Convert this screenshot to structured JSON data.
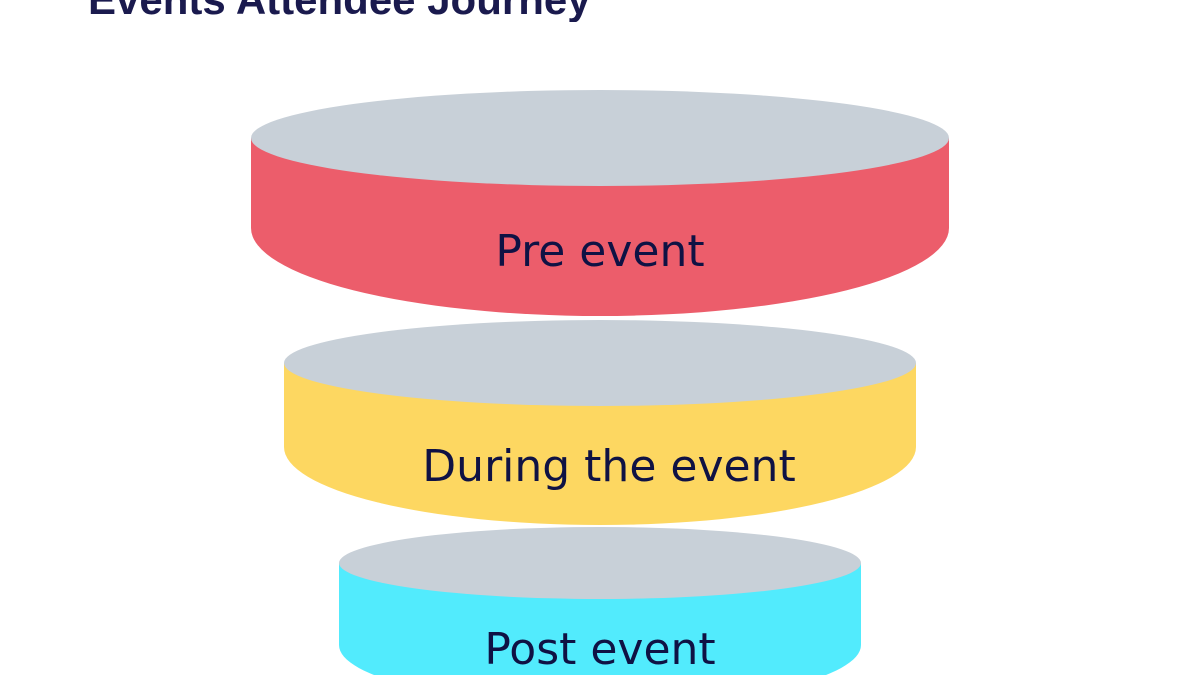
{
  "title": "Events Attendee Journey",
  "funnel": {
    "tiers": [
      {
        "label": "Pre event",
        "color": "#ec5d6b"
      },
      {
        "label": "During the event",
        "color": "#fdd761"
      },
      {
        "label": "Post event",
        "color": "#52ebfd"
      }
    ],
    "top_color": "#c8d0d8",
    "label_color": "#0f1244"
  }
}
